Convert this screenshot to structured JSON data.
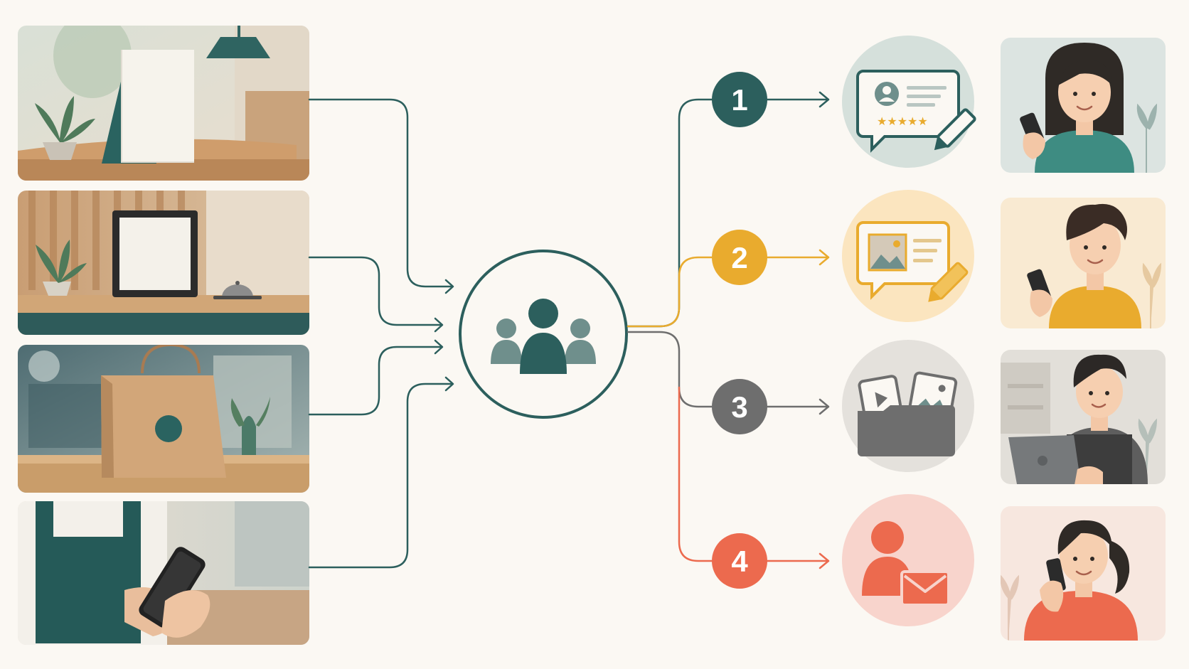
{
  "diagram": {
    "colors": {
      "background": "#fbf8f3",
      "teal": "#2c5f5d",
      "mustard": "#e9ab2e",
      "gray": "#6e6e6e",
      "coral": "#ec6a4e"
    },
    "hub": {
      "icon": "customer-group-icon"
    },
    "sources": [
      {
        "name": "table-tent-card-photo"
      },
      {
        "name": "counter-photo-frame-photo"
      },
      {
        "name": "paper-shopping-bag-photo"
      },
      {
        "name": "staff-phone-photo"
      }
    ],
    "outputs": [
      {
        "number": "1",
        "icon": "review-rating-icon",
        "person": "woman-with-phone-photo"
      },
      {
        "number": "2",
        "icon": "photo-post-icon",
        "person": "man-with-phone-photo"
      },
      {
        "number": "3",
        "icon": "media-folder-icon",
        "person": "staff-with-laptop-photo"
      },
      {
        "number": "4",
        "icon": "contact-message-icon",
        "person": "woman-on-phone-call-photo"
      }
    ]
  }
}
